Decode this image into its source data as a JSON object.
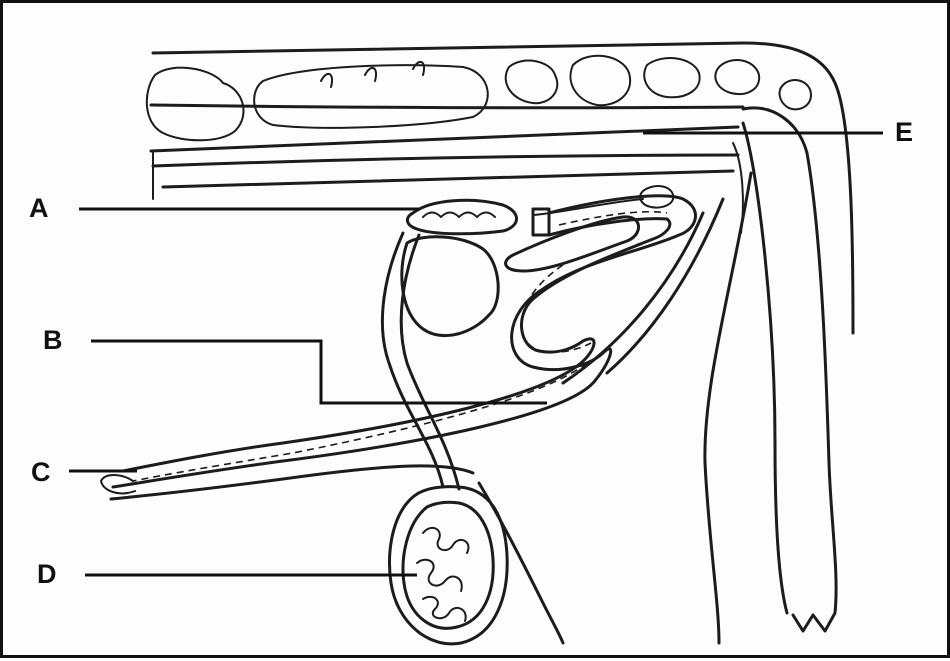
{
  "labels": {
    "a": "A",
    "b": "B",
    "c": "C",
    "d": "D",
    "e": "E"
  },
  "colors": {
    "ink": "#1c1c1c",
    "paper": "#fdfdfd",
    "frame": "#111111"
  }
}
